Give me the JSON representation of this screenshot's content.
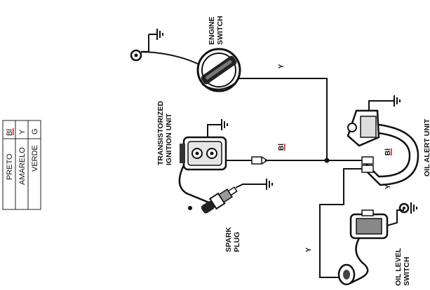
{
  "legend": {
    "rows": [
      {
        "code": "Bl",
        "name": "PRETO"
      },
      {
        "code": "Y",
        "name": "AMARELO"
      },
      {
        "code": "G",
        "name": "VERDE"
      }
    ]
  },
  "components": {
    "engine_switch": [
      "ENGINE",
      "SWITCH"
    ],
    "ignition_unit": [
      "TRANSISTORIZED",
      "IGNITION UNIT"
    ],
    "spark_plug": [
      "SPARK",
      "PLUG"
    ],
    "oil_alert_unit": "OIL ALERT UNIT",
    "oil_level_switch": [
      "OIL LEVEL",
      "SWITCH"
    ]
  },
  "wire_labels": {
    "engine_to_junction": "Y",
    "ignition_to_junction": "Bl",
    "alert_upper": "Bl",
    "alert_lower": "Y",
    "oil_switch_lead": "Y"
  }
}
